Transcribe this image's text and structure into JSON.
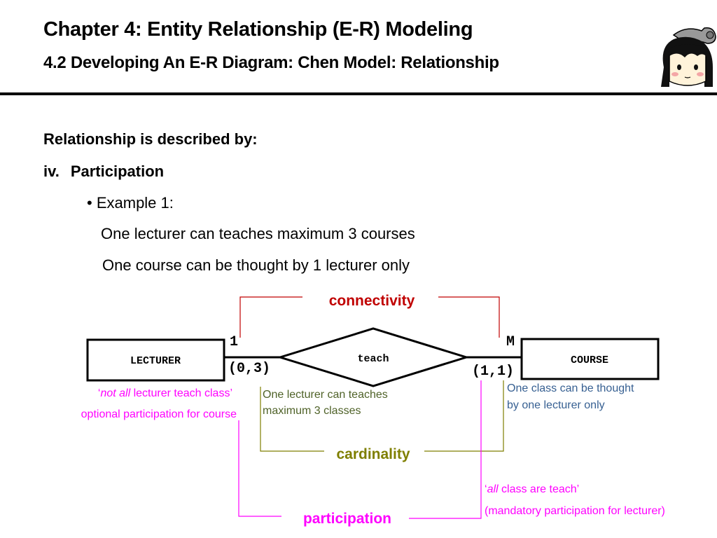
{
  "header": {
    "title": "Chapter 4: Entity Relationship (E-R) Modeling",
    "subtitle": "4.2 Developing An E-R Diagram: Chen Model: Relationship"
  },
  "body": {
    "heading": "Relationship is described by:",
    "item_number": "iv.",
    "item_title": "Participation",
    "bullet": "Example 1:",
    "lines": [
      "One lecturer can teaches maximum 3 courses",
      "One course can be thought by 1 lecturer only"
    ]
  },
  "diagram": {
    "entity_left": "LECTURER",
    "entity_right": "COURSE",
    "relationship": "teach",
    "connectivity_left": "1",
    "connectivity_right": "M",
    "cardinality_left": "(0,3)",
    "cardinality_right": "(1,1)",
    "label_connectivity": "connectivity",
    "label_cardinality": "cardinality",
    "label_participation": "participation",
    "left_note_quote_open": "‘",
    "left_note_italic": "not all",
    "left_note_rest": " lecturer teach class’",
    "left_note_line2": "optional participation for course",
    "card_note_left_1": "One lecturer can teaches",
    "card_note_left_2": "maximum 3 classes",
    "card_note_right_1": "One class can be thought",
    "card_note_right_2": "by one lecturer only",
    "right_note_quote_open": "‘",
    "right_note_italic": "all",
    "right_note_rest": " class are teach’",
    "right_note_line2": "(mandatory participation for lecturer)"
  },
  "colors": {
    "connectivity": "#c00000",
    "cardinality": "#7f7f00",
    "cardinality_text": "#4f6228",
    "participation": "#ff00ff",
    "notes_right": "#376092"
  },
  "icons": {
    "avatar": "cartoon-girl-avatar-icon"
  }
}
